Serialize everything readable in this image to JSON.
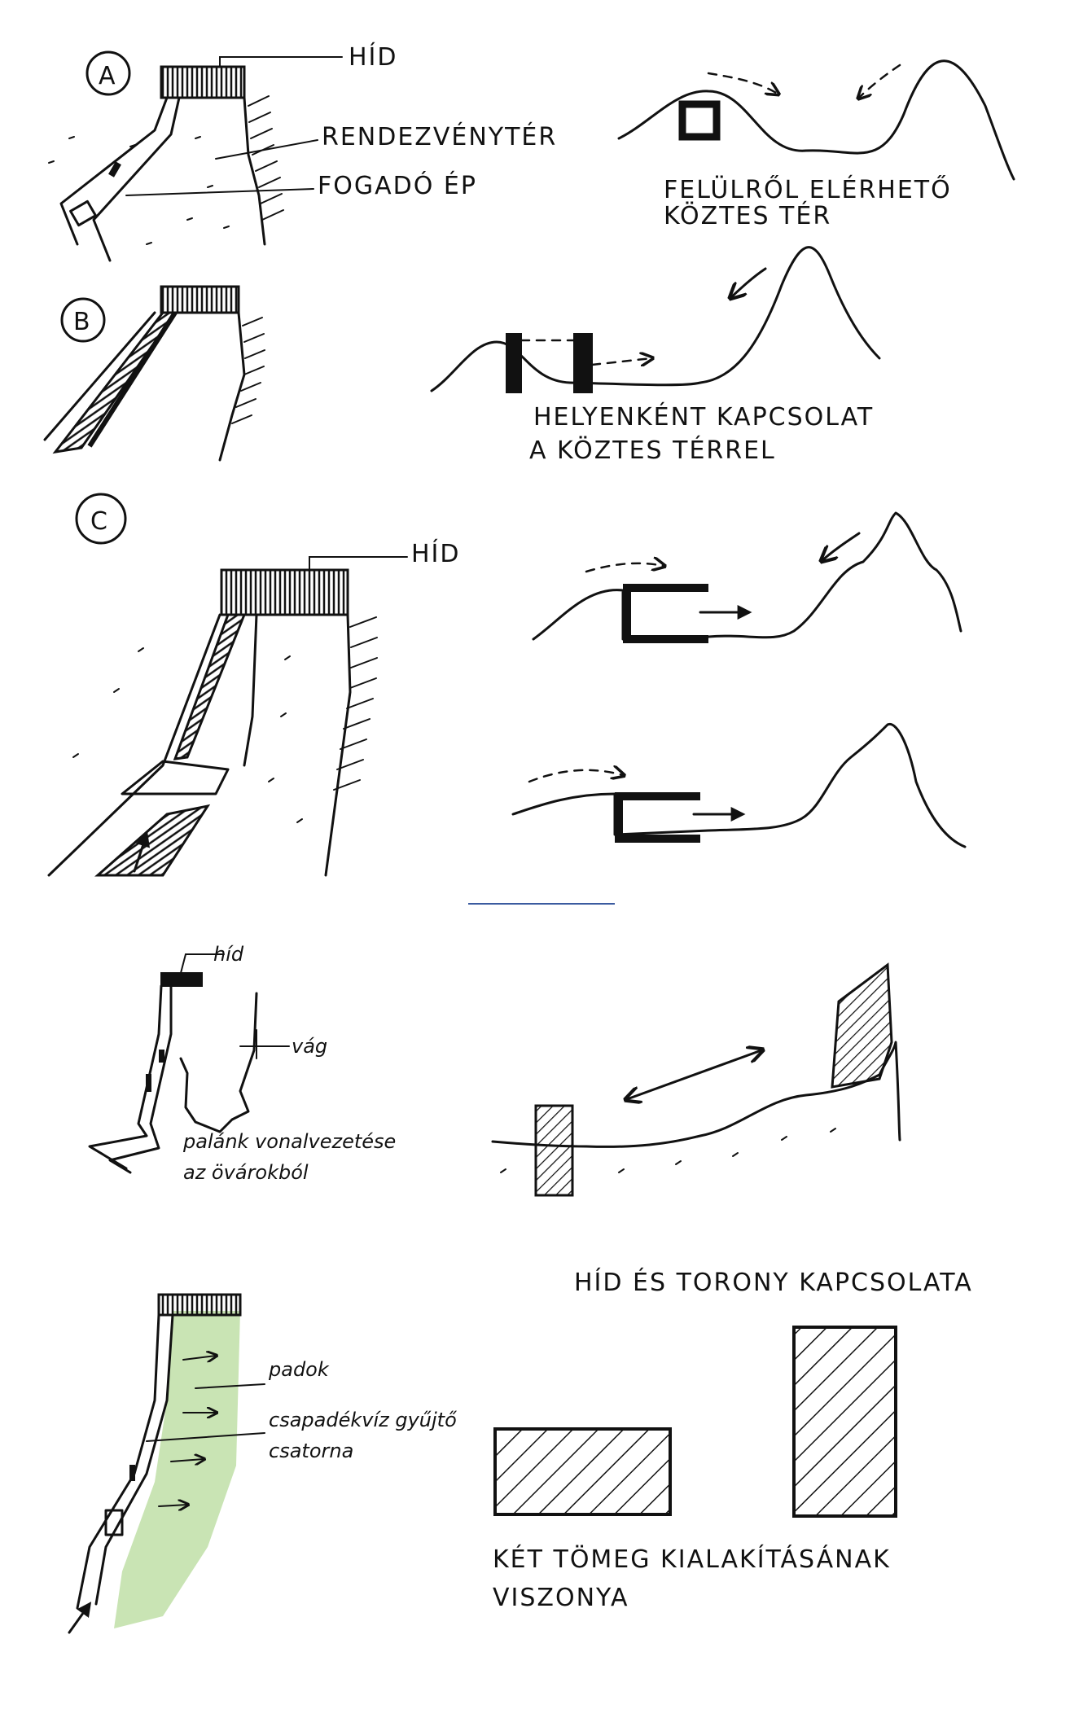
{
  "panels": {
    "a": {
      "letter": "A",
      "labels": {
        "bridge": "HÍD",
        "event_square": "RENDEZVÉNYTÉR",
        "reception": "FOGADÓ ÉP"
      },
      "caption": [
        "FELÜLRŐL ELÉRHETŐ",
        "KÖZTES TÉR"
      ]
    },
    "b": {
      "letter": "B",
      "caption": [
        "HELYENKÉNT KAPCSOLAT",
        "A KÖZTES TÉRREL"
      ]
    },
    "c": {
      "letter": "C",
      "labels": {
        "bridge": "HÍD"
      }
    },
    "d": {
      "labels": {
        "bridge": "híd",
        "cut": "vág"
      },
      "caption": [
        "palánk vonalvezetése",
        "az övárokból"
      ]
    },
    "e": {
      "labels": {
        "bench": "padok",
        "rain_gutter": [
          "csapadékvíz gyűjtő",
          "csatorna"
        ]
      },
      "title": "HÍD ÉS TORONY KAPCSOLATA",
      "caption": [
        "KÉT TÖMEG KIALAKÍTÁSÁNAK",
        "VISZONYA"
      ]
    }
  },
  "colors": {
    "ink": "#111111",
    "green": "#c9e4b4",
    "paper": "#ffffff"
  }
}
